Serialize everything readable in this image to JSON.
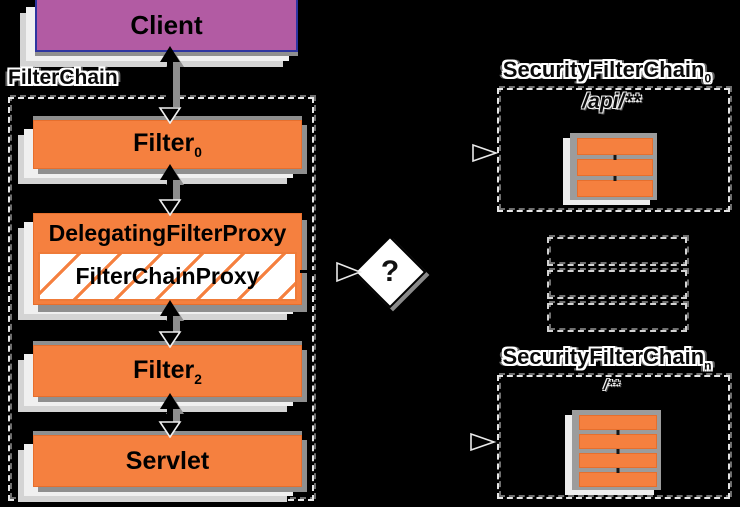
{
  "nodes": {
    "client": {
      "label": "Client"
    },
    "filter_chain": {
      "label": "FilterChain"
    },
    "filter0": {
      "label": "Filter",
      "subscript": "0"
    },
    "delegating_filter_proxy": {
      "label": "DelegatingFilterProxy"
    },
    "filter_chain_proxy": {
      "label": "FilterChainProxy"
    },
    "filter2": {
      "label": "Filter",
      "subscript": "2"
    },
    "servlet": {
      "label": "Servlet"
    },
    "decision": {
      "label": "?"
    },
    "security_filter_chain_0": {
      "label": "SecurityFilterChain",
      "subscript": "0",
      "url_pattern": "/api/**",
      "filter_bar_count": 3
    },
    "security_filter_chain_n": {
      "label": "SecurityFilterChain",
      "subscript": "n",
      "url_pattern": "/**",
      "filter_bar_count": 4
    },
    "placeholder_row_count": 3
  },
  "colors": {
    "background": "#000000",
    "box_orange": "#f5803f",
    "box_orange_border": "#e66f2d",
    "client_purple": "#b25ba3",
    "client_border": "#2d35a0",
    "shadow_gray": "#8f8f8f",
    "shadow_white": "#f0f0f0",
    "diamond_fill": "#ffffff",
    "dash_light": "#e6e6e6"
  }
}
